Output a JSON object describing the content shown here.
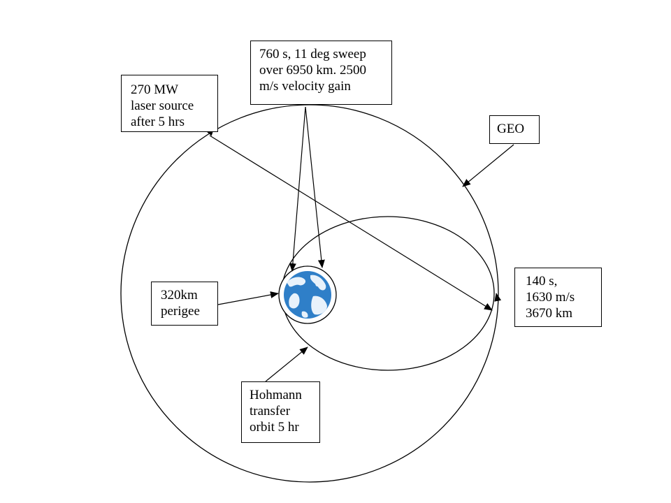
{
  "labels": {
    "laser_source": [
      "270 MW",
      "laser source",
      "after 5 hrs"
    ],
    "burn_sweep": [
      "760 s, 11 deg sweep",
      "over 6950 km. 2500",
      "m/s velocity gain"
    ],
    "geo": [
      "GEO"
    ],
    "apogee_burn": [
      "140 s,",
      "1630 m/s",
      "3670 km"
    ],
    "perigee": [
      "320km",
      "perigee"
    ],
    "hohmann": [
      "Hohmann",
      "transfer",
      "orbit 5 hr"
    ]
  },
  "colors": {
    "ink": "#000000",
    "ocean": "#2f7fc8",
    "land": "#e8f2fb"
  },
  "icons": {
    "earth": "earth-globe-icon"
  }
}
